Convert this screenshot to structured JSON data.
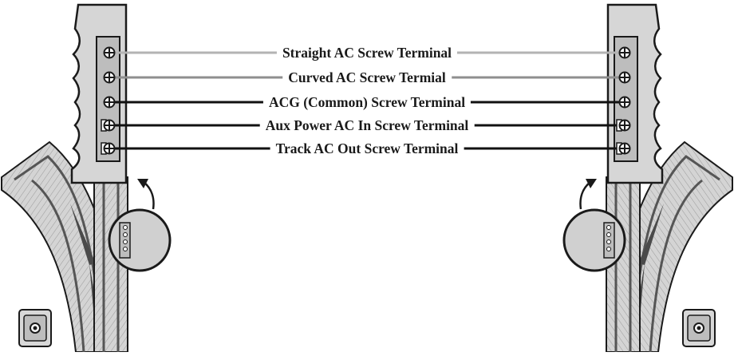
{
  "terminals": [
    {
      "id": "straight",
      "label": "Straight AC Screw Terminal",
      "line_color": "#b3b3b3",
      "screw": "plain"
    },
    {
      "id": "curved",
      "label": "Curved AC Screw Termial",
      "line_color": "#8f8f8f",
      "screw": "plain"
    },
    {
      "id": "acg",
      "label": "ACG (Common) Screw Terminal",
      "line_color": "#111111",
      "screw": "plain"
    },
    {
      "id": "aux",
      "label": "Aux Power AC In Screw Terminal",
      "line_color": "#111111",
      "screw": "clip"
    },
    {
      "id": "track",
      "label": "Track AC Out Screw Terminal",
      "line_color": "#111111",
      "screw": "clip"
    }
  ],
  "colors": {
    "outline": "#1a1a1a",
    "housing": "#d6d6d6",
    "terminal_plate": "#bdbdbd",
    "track_fill": "#cfcfcf",
    "track_dark": "#5a5a5a"
  },
  "icons": [
    "screw-terminal-icon",
    "rotation-arrow-icon",
    "magnifier-circle-icon",
    "track-plug-icon"
  ]
}
